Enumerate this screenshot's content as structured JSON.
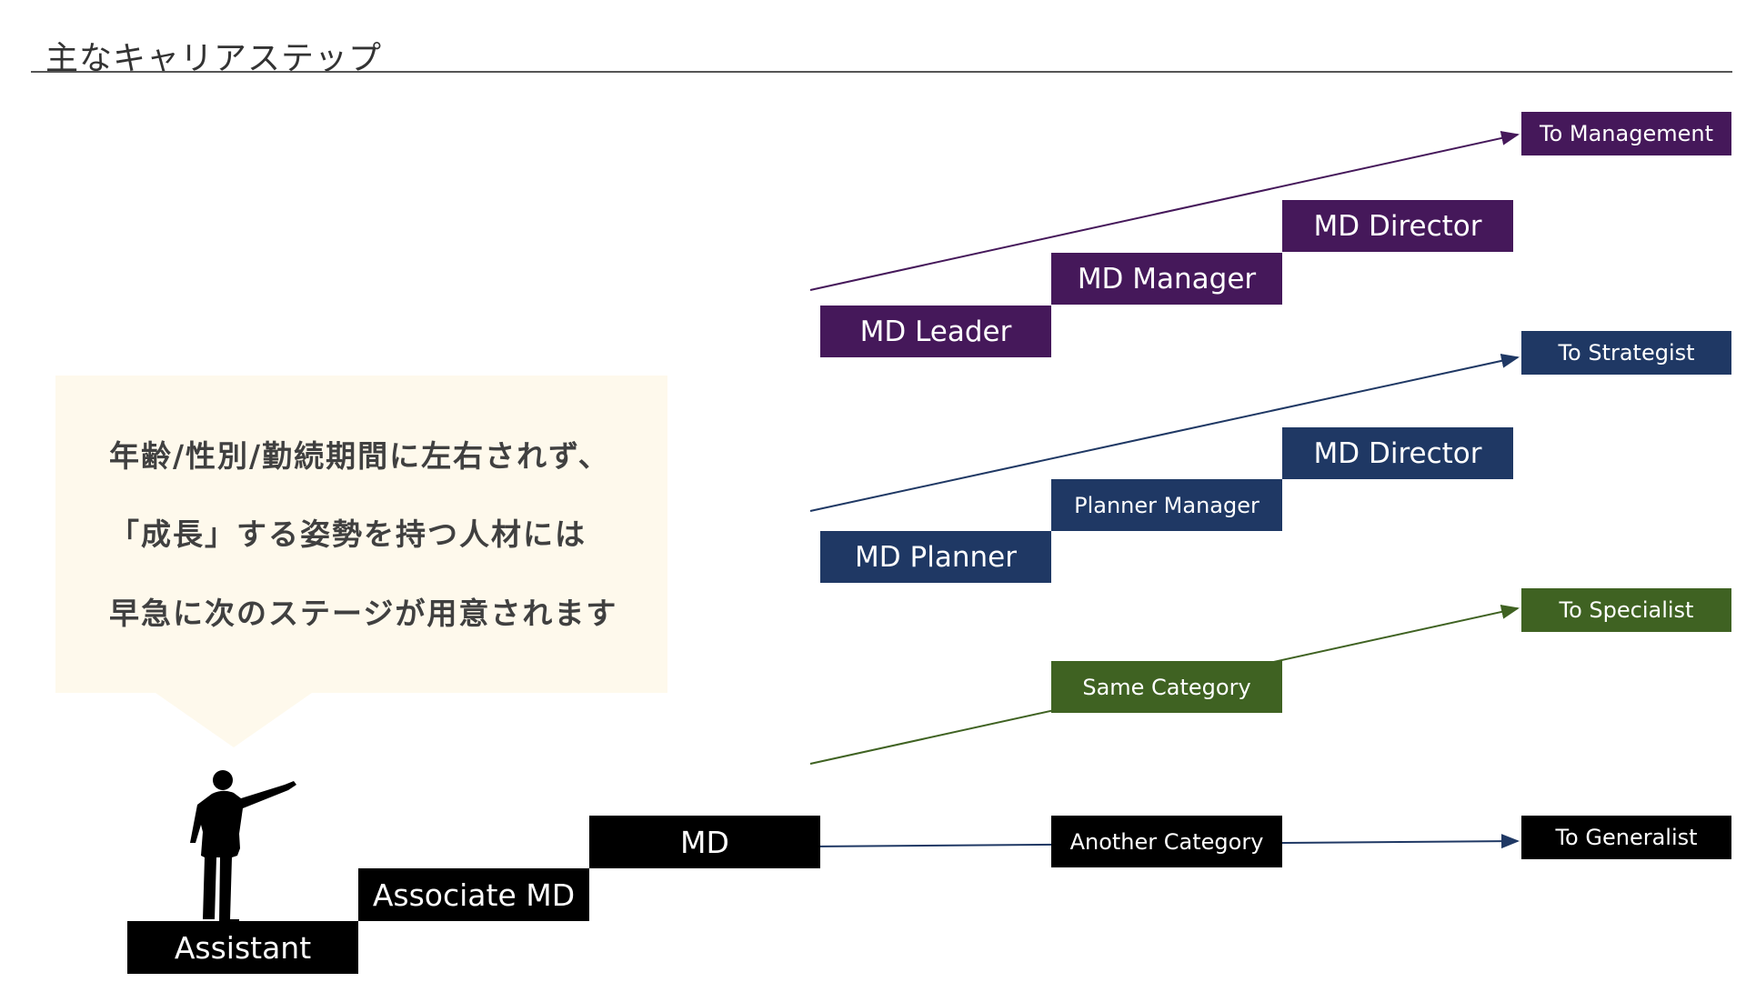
{
  "header": {
    "title": "主なキャリアステップ"
  },
  "message": {
    "lines": [
      "年齢/性別/勤続期間に左右されず、",
      "「成長」する姿勢を持つ人材には",
      "早急に次のステージが用意されます"
    ]
  },
  "steps": {
    "assistant": "Assistant",
    "associate_md": "Associate MD",
    "md": "MD"
  },
  "management_track": {
    "color": "#45185a",
    "leader": "MD Leader",
    "manager": "MD Manager",
    "director": "MD Director",
    "destination": "To Management"
  },
  "strategist_track": {
    "color": "#1f3864",
    "planner": "MD Planner",
    "planner_manager": "Planner Manager",
    "director": "MD Director",
    "destination": "To Strategist"
  },
  "specialist_track": {
    "color": "#3f6222",
    "same_category": "Same Category",
    "destination": "To Specialist"
  },
  "generalist_track": {
    "color": "#000000",
    "another_category": "Another Category",
    "destination": "To Generalist"
  },
  "icons": {
    "person": "person-pointing-silhouette-icon"
  }
}
